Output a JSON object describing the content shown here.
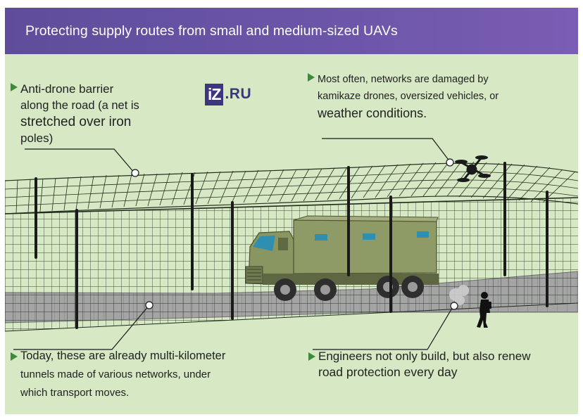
{
  "header": {
    "title": "Protecting supply routes from small and medium-sized UAVs"
  },
  "logo": {
    "box_text": "iZ",
    "suffix_text": ".RU"
  },
  "callouts": {
    "barrier": {
      "line1": "Anti-drone barrier",
      "line2": "along the road (a net is",
      "line3": "stretched over iron",
      "line4": "poles)"
    },
    "damage": {
      "line1": "Most often, networks are damaged by",
      "line2": "kamikaze drones, oversized vehicles, or",
      "line3": "weather conditions."
    },
    "tunnels": {
      "line1": "Today, these are already multi-kilometer",
      "line2": "tunnels made of various networks, under",
      "line3": "which transport moves."
    },
    "engineers": {
      "line1": "Engineers not only build, but also renew",
      "line2": "road protection every day"
    }
  },
  "colors": {
    "header_purple": "#6b55a8",
    "background_green": "#d7e8c4",
    "accent_triangle": "#3d8a3a",
    "road_gray": "#a3a3a3",
    "truck_olive": "#8e9a66",
    "logo_purple": "#3e3580"
  }
}
